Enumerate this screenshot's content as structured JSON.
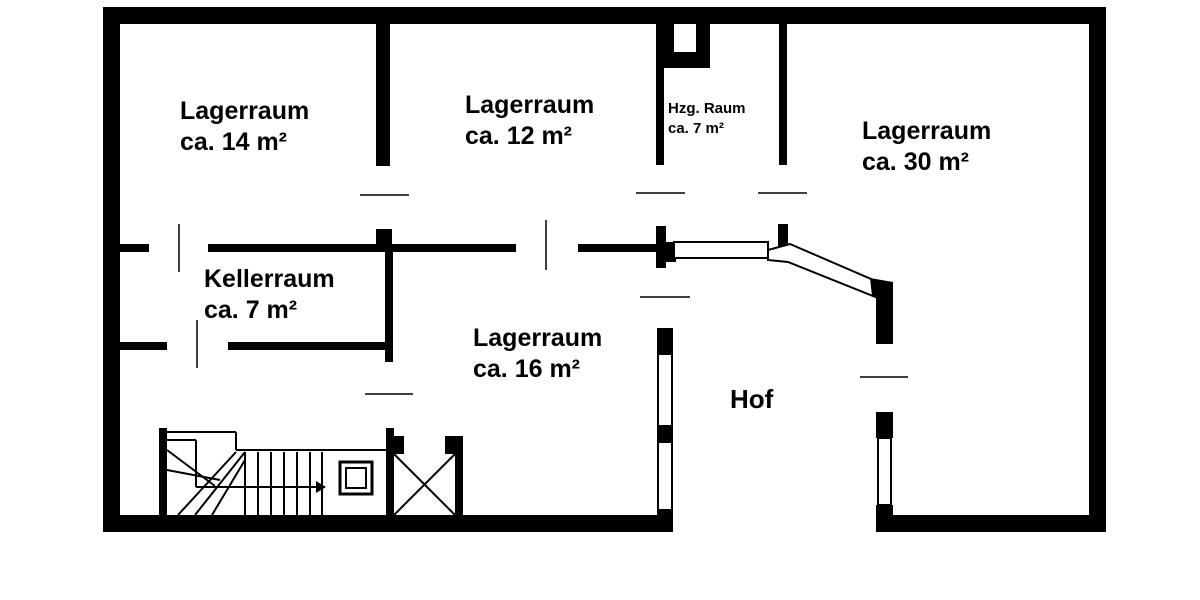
{
  "rooms": {
    "lager14": {
      "name": "Lagerraum",
      "area": "ca. 14 m²"
    },
    "lager12": {
      "name": "Lagerraum",
      "area": "ca. 12 m²"
    },
    "hzg": {
      "name": "Hzg. Raum",
      "area": "ca. 7 m²"
    },
    "lager30": {
      "name": "Lagerraum",
      "area": "ca. 30 m²"
    },
    "keller": {
      "name": "Kellerraum",
      "area": "ca. 7 m²"
    },
    "lager16": {
      "name": "Lagerraum",
      "area": "ca. 16 m²"
    },
    "hof": {
      "name": "Hof"
    }
  }
}
